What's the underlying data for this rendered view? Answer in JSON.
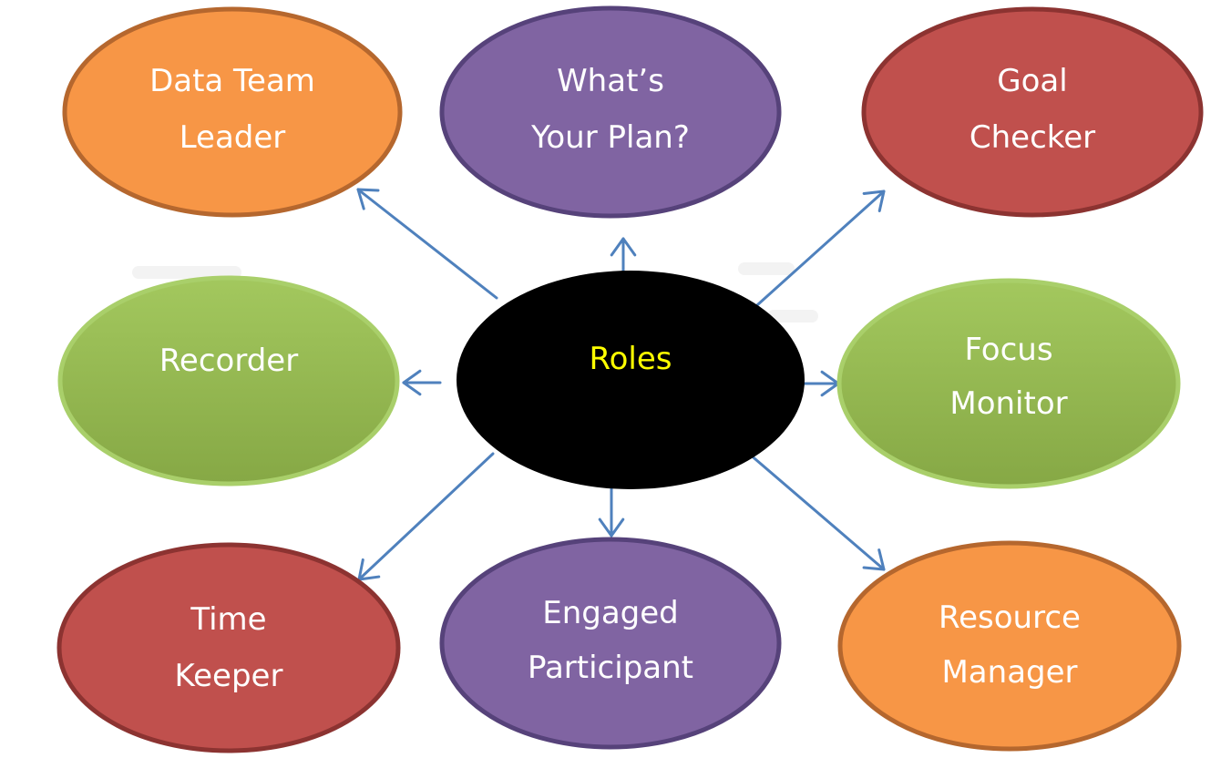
{
  "center": {
    "label": "Roles",
    "fill": "#000000",
    "text_color": "#ffff00"
  },
  "arrow_color": "#4f81bd",
  "nodes": [
    {
      "id": "data-team-leader",
      "lines": [
        "Data Team",
        "Leader"
      ],
      "fill": "#f79646",
      "stroke": "#b5672e"
    },
    {
      "id": "whats-your-plan",
      "lines": [
        "What’s",
        "Your Plan?"
      ],
      "fill": "#8064a2",
      "stroke": "#56427a"
    },
    {
      "id": "goal-checker",
      "lines": [
        "Goal",
        "Checker"
      ],
      "fill": "#c0504d",
      "stroke": "#8c3331"
    },
    {
      "id": "recorder",
      "lines": [
        "Recorder"
      ],
      "fill": "#9bbb59",
      "stroke": "#a9cf6a"
    },
    {
      "id": "focus-monitor",
      "lines": [
        "Focus",
        "Monitor"
      ],
      "fill": "#9bbb59",
      "stroke": "#a9cf6a"
    },
    {
      "id": "time-keeper",
      "lines": [
        "Time",
        "Keeper"
      ],
      "fill": "#c0504d",
      "stroke": "#8c3331"
    },
    {
      "id": "engaged-participant",
      "lines": [
        "Engaged",
        "Participant"
      ],
      "fill": "#8064a2",
      "stroke": "#56427a"
    },
    {
      "id": "resource-manager",
      "lines": [
        "Resource",
        "Manager"
      ],
      "fill": "#f79646",
      "stroke": "#b5672e"
    }
  ]
}
